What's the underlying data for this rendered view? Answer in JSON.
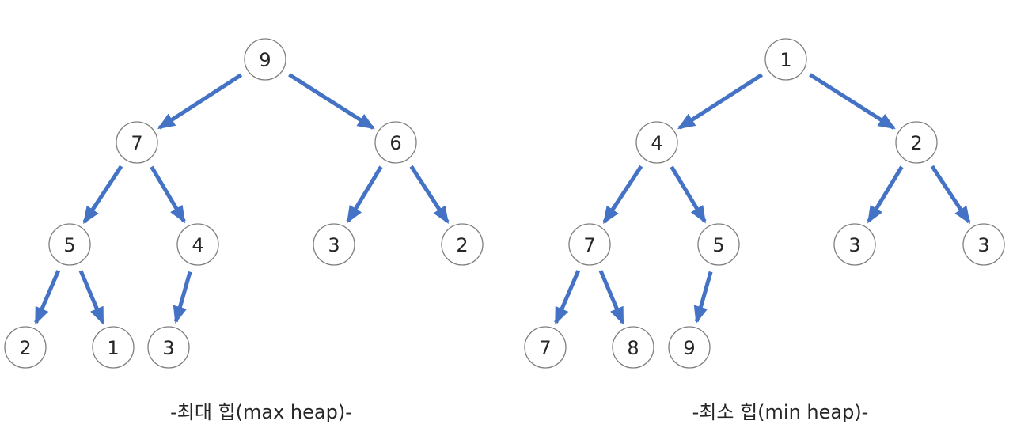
{
  "colors": {
    "arrow": "#4472c4",
    "node_border": "#7f7f7f",
    "text": "#262626",
    "background": "#ffffff"
  },
  "max_heap": {
    "caption": "-최대 힙(max heap)-",
    "values": [
      "9",
      "7",
      "6",
      "5",
      "4",
      "3",
      "2",
      "2",
      "1",
      "3"
    ],
    "edges": [
      [
        0,
        1
      ],
      [
        0,
        2
      ],
      [
        1,
        3
      ],
      [
        1,
        4
      ],
      [
        2,
        5
      ],
      [
        2,
        6
      ],
      [
        3,
        7
      ],
      [
        3,
        8
      ],
      [
        4,
        9
      ]
    ]
  },
  "min_heap": {
    "caption": "-최소 힙(min heap)-",
    "values": [
      "1",
      "4",
      "2",
      "7",
      "5",
      "3",
      "3",
      "7",
      "8",
      "9"
    ],
    "edges": [
      [
        0,
        1
      ],
      [
        0,
        2
      ],
      [
        1,
        3
      ],
      [
        1,
        4
      ],
      [
        2,
        5
      ],
      [
        2,
        6
      ],
      [
        3,
        7
      ],
      [
        3,
        8
      ],
      [
        4,
        9
      ]
    ]
  }
}
